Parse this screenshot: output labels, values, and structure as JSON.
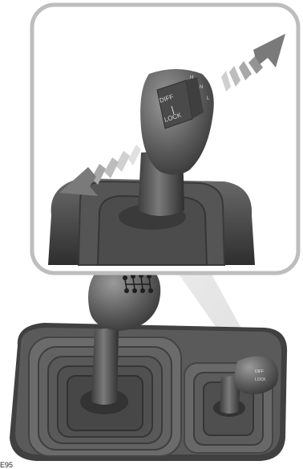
{
  "knob_labels": {
    "diff": "DIFF",
    "lock": "LOCK",
    "range_high": "H",
    "range_neutral": "N",
    "range_low": "L"
  },
  "figure_ref": "E95"
}
